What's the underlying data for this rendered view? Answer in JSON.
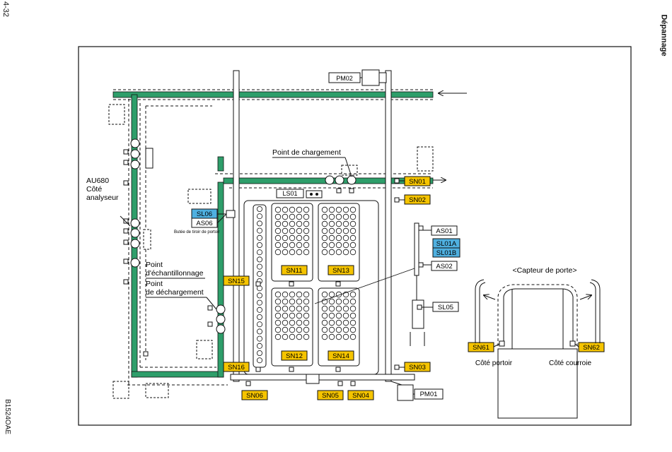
{
  "page": {
    "number": "4-32",
    "section": "Dépannage",
    "figure_code": "B1524OAE"
  },
  "labels": {
    "pm02": "PM02",
    "pm01": "PM01",
    "ls01": "LS01",
    "sn01": "SN01",
    "sn02": "SN02",
    "sn03": "SN03",
    "sn04": "SN04",
    "sn05": "SN05",
    "sn06": "SN06",
    "sn11": "SN11",
    "sn12": "SN12",
    "sn13": "SN13",
    "sn14": "SN14",
    "sn15": "SN15",
    "sn16": "SN16",
    "sn61": "SN61",
    "sn62": "SN62",
    "sl06": "SL06",
    "as06": "AS06",
    "as01": "AS01",
    "as02": "AS02",
    "sl01a": "SL01A",
    "sl01b": "SL01B",
    "sl05": "SL05",
    "load_point": "Point de chargement",
    "sample_point_1": "Point",
    "sample_point_2": "d'échantillonnage",
    "unload_point_1": "Point",
    "unload_point_2": "de déchargement",
    "au680_1": "AU680",
    "au680_2": "Côté",
    "au680_3": "analyseur",
    "drawer_stop": "Butée de tiroir de portoir",
    "door_sensor": "<Capteur de porte>",
    "rack_side": "Côté portoir",
    "belt_side": "Côté courroie"
  },
  "colors": {
    "sensor_yellow": "#f5c400",
    "switch_blue": "#4fb0e0",
    "conveyor_green": "#2e9e6a"
  }
}
